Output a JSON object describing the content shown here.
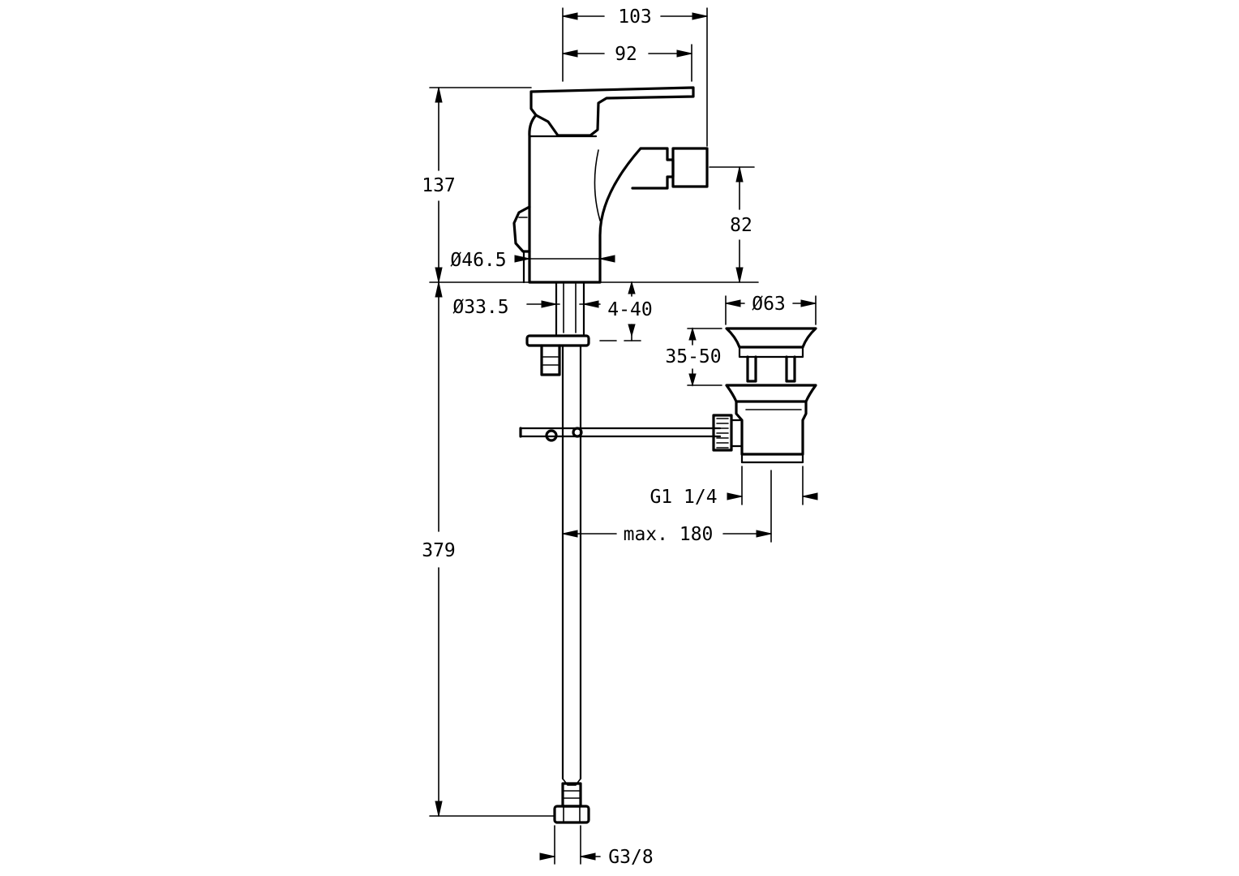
{
  "drawing": {
    "dims": {
      "width_total": "103",
      "width_spout": "92",
      "height_total": "137",
      "spout_height": "82",
      "body_diameter": "Ø46.5",
      "shank_diameter": "Ø33.5",
      "counter_thickness": "4-40",
      "waste_diameter": "Ø63",
      "plug_stroke": "35-50",
      "waste_thread": "G1 1/4",
      "rod_length": "max. 180",
      "hose_length": "379",
      "hose_thread": "G3/8"
    }
  }
}
